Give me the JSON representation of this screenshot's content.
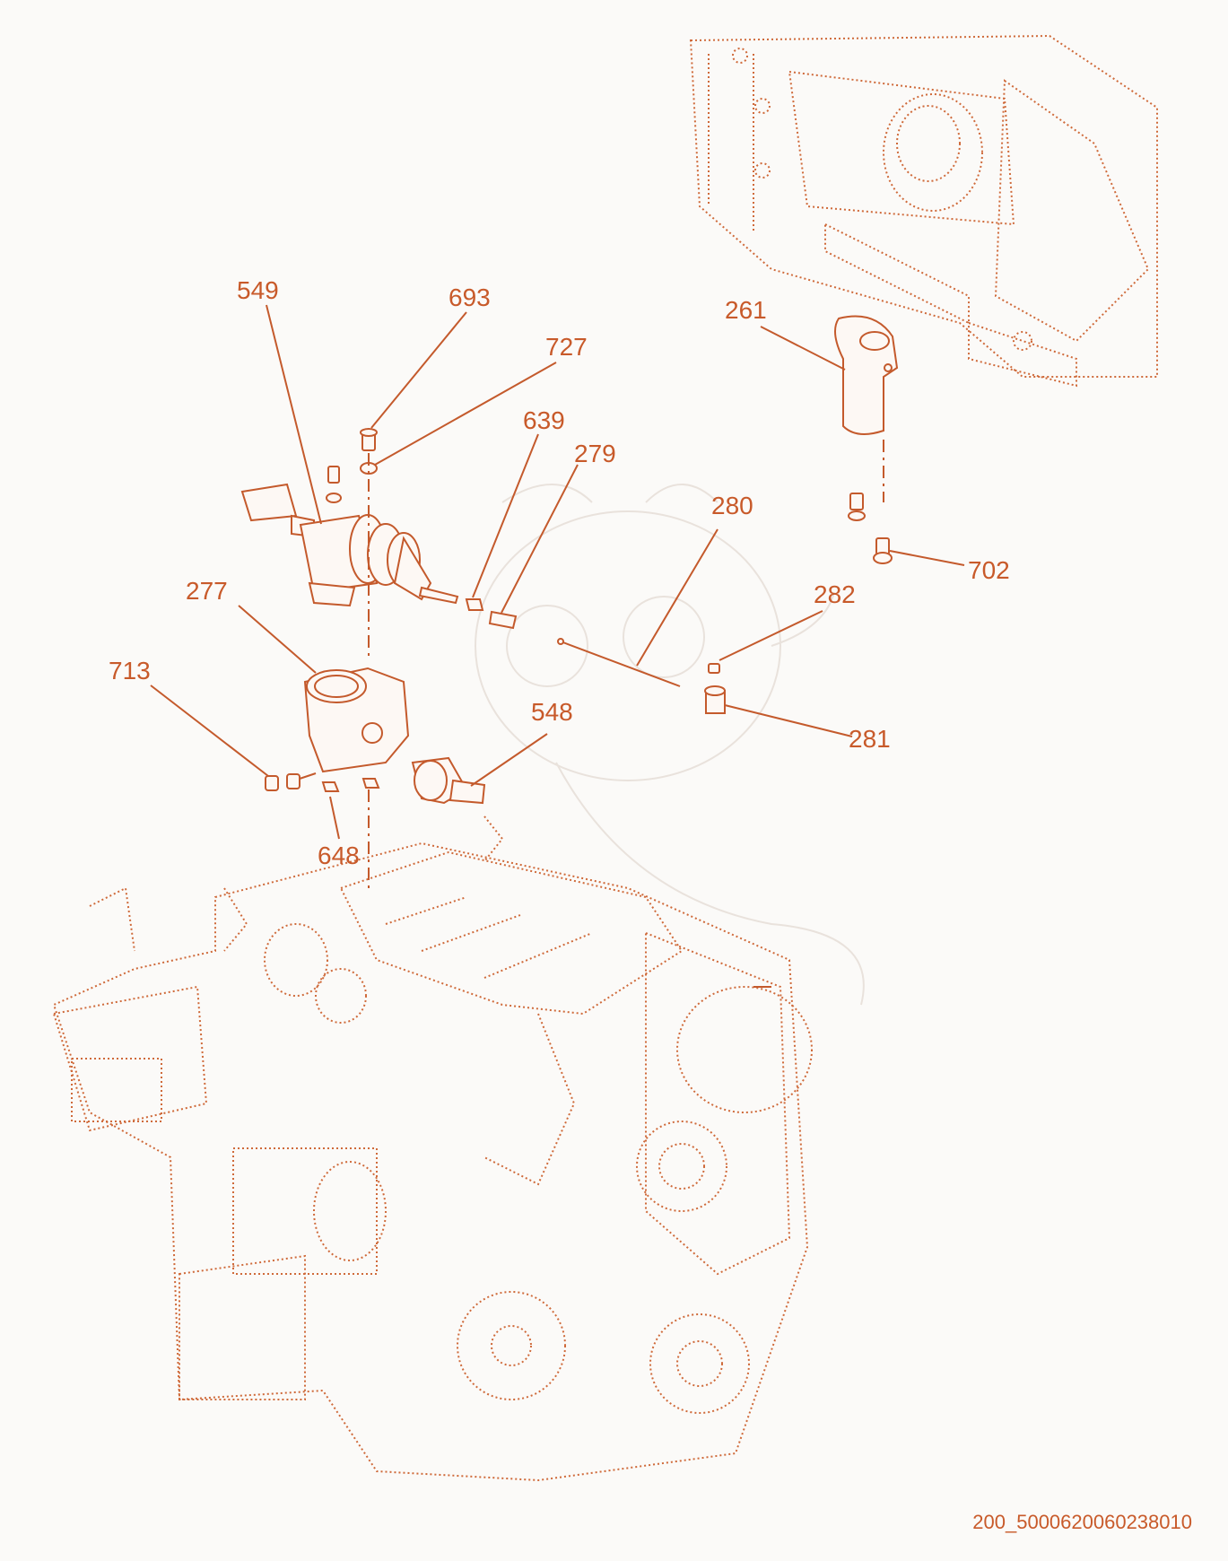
{
  "callouts": [
    {
      "id": "549",
      "label": "549"
    },
    {
      "id": "693",
      "label": "693"
    },
    {
      "id": "727",
      "label": "727"
    },
    {
      "id": "639",
      "label": "639"
    },
    {
      "id": "279",
      "label": "279"
    },
    {
      "id": "280",
      "label": "280"
    },
    {
      "id": "261",
      "label": "261"
    },
    {
      "id": "702",
      "label": "702"
    },
    {
      "id": "282",
      "label": "282"
    },
    {
      "id": "281",
      "label": "281"
    },
    {
      "id": "277",
      "label": "277"
    },
    {
      "id": "548",
      "label": "548"
    },
    {
      "id": "713",
      "label": "713"
    },
    {
      "id": "648",
      "label": "648"
    }
  ],
  "document_id": "200_5000620060238010",
  "colors": {
    "line": "#c45a2c",
    "text": "#c85a2a",
    "background": "#fbfaf8"
  }
}
